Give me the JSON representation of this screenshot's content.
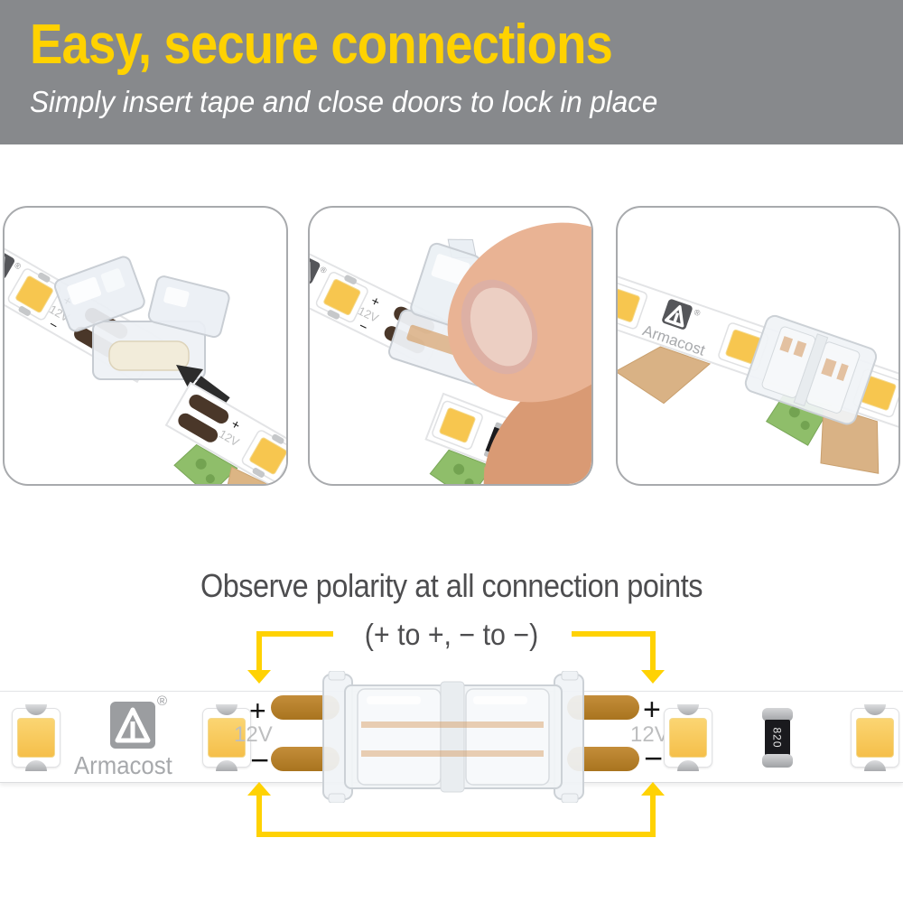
{
  "header": {
    "title": "Easy, secure connections",
    "subtitle": "Simply insert tape and close doors to lock in place"
  },
  "polarity": {
    "headline": "Observe polarity at all connection points",
    "note": "(+ to +, − to −)"
  },
  "strip": {
    "brand": "Armacost",
    "brand_partial_cost": "cost",
    "brand_partial_arma": "Arma",
    "registered": "®",
    "plus": "+",
    "minus": "−",
    "voltage": "12V",
    "resistor_value": "820"
  },
  "steps": [
    {
      "illustration": "strip-and-open-connector-with-insert-arrow"
    },
    {
      "illustration": "thumb-pressing-connector-door-closed"
    },
    {
      "illustration": "closed-connector-joining-two-strips"
    }
  ],
  "colors": {
    "header_bg": "#87898C",
    "accent_yellow": "#FFD200",
    "headline_gray": "#4D4D4F",
    "strip_text_gray": "#A7A9AC",
    "copper_pad": "#B9812E",
    "led_amber": "#F7C64F",
    "panel_border": "#A8AAAD",
    "tape_tan": "#DCB584",
    "sticker_green": "#8FBE6A",
    "skin": "#E9B394"
  }
}
